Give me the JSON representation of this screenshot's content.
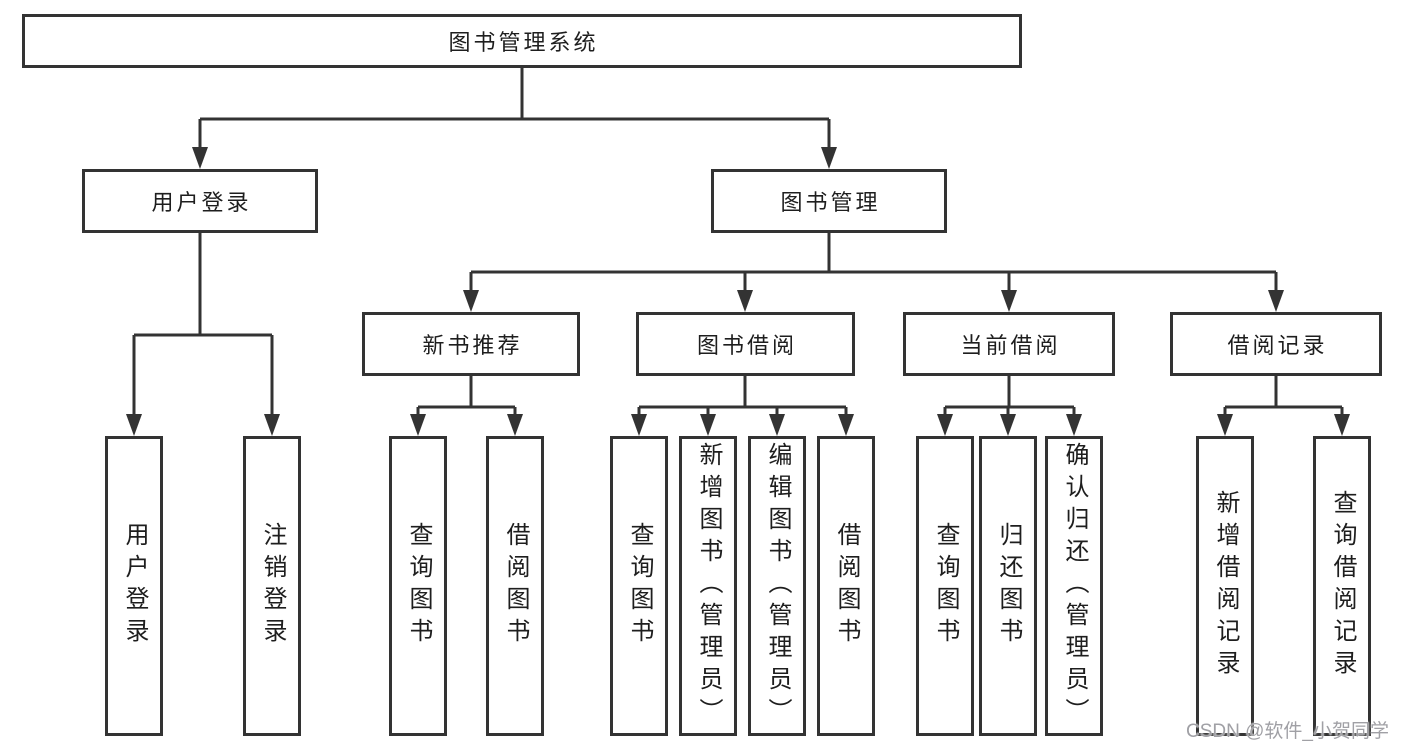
{
  "diagram": {
    "type": "tree",
    "hierarchy": {
      "label": "图书管理系统",
      "children": [
        {
          "label": "用户登录",
          "children": [
            {
              "label": "用户登录"
            },
            {
              "label": "注销登录"
            }
          ]
        },
        {
          "label": "图书管理",
          "children": [
            {
              "label": "新书推荐",
              "children": [
                {
                  "label": "查询图书"
                },
                {
                  "label": "借阅图书"
                }
              ]
            },
            {
              "label": "图书借阅",
              "children": [
                {
                  "label": "查询图书"
                },
                {
                  "label": "新增图书（管理员）"
                },
                {
                  "label": "编辑图书（管理员）"
                },
                {
                  "label": "借阅图书"
                }
              ]
            },
            {
              "label": "当前借阅",
              "children": [
                {
                  "label": "查询图书"
                },
                {
                  "label": "归还图书"
                },
                {
                  "label": "确认归还（管理员）"
                }
              ]
            },
            {
              "label": "借阅记录",
              "children": [
                {
                  "label": "新增借阅记录"
                },
                {
                  "label": "查询借阅记录"
                }
              ]
            }
          ]
        }
      ]
    },
    "colors": {
      "line": "#333333",
      "box_border": "#333333",
      "box_fill": "#ffffff",
      "text": "#1e1e1e",
      "watermark": "#a0a0a5",
      "background": "#ffffff"
    }
  },
  "watermark": {
    "text": "CSDN @软件_小贺同学"
  }
}
